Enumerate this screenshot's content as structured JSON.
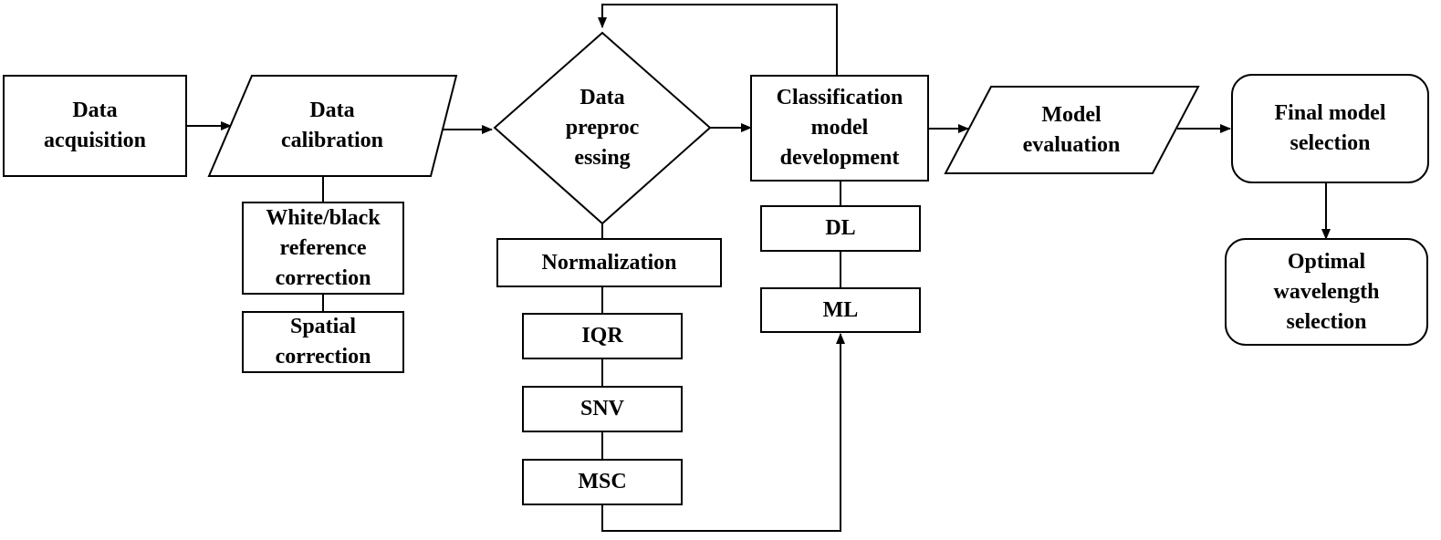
{
  "colors": {
    "stroke": "#000000",
    "fill": "#ffffff",
    "text": "#000000"
  },
  "nodes": {
    "data_acquisition": "Data\nacquisition",
    "data_calibration": "Data\ncalibration",
    "white_black_reference": "White/black\nreference\ncorrection",
    "spatial_correction": "Spatial\ncorrection",
    "data_preprocessing": "Data\npreproc\nessing",
    "normalization": "Normalization",
    "iqr": "IQR",
    "snv": "SNV",
    "msc": "MSC",
    "classification": "Classification\nmodel\ndevelopment",
    "dl": "DL",
    "ml": "ML",
    "model_evaluation": "Model\nevaluation",
    "final_model_selection": "Final model\nselection",
    "optimal_wavelength_selection": "Optimal\nwavelength\nselection"
  }
}
